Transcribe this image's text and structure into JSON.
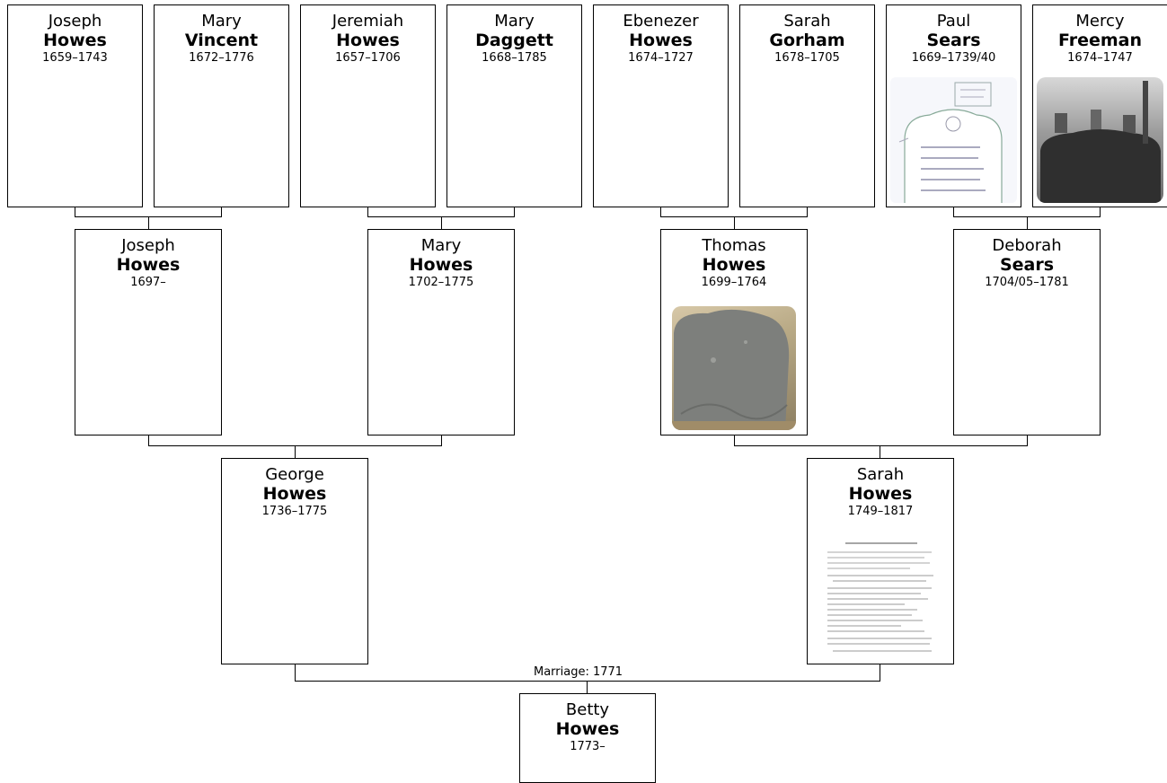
{
  "tree": {
    "people": {
      "g1": {
        "given": "Joseph",
        "surname": "Howes",
        "dates": "1659–1743"
      },
      "g2": {
        "given": "Mary",
        "surname": "Vincent",
        "dates": "1672–1776"
      },
      "g3": {
        "given": "Jeremiah",
        "surname": "Howes",
        "dates": "1657–1706"
      },
      "g4": {
        "given": "Mary",
        "surname": "Daggett",
        "dates": "1668–1785"
      },
      "g5": {
        "given": "Ebenezer",
        "surname": "Howes",
        "dates": "1674–1727"
      },
      "g6": {
        "given": "Sarah",
        "surname": "Gorham",
        "dates": "1678–1705"
      },
      "g7": {
        "given": "Paul",
        "surname": "Sears",
        "dates": "1669–1739/40"
      },
      "g8": {
        "given": "Mercy",
        "surname": "Freeman",
        "dates": "1674–1747"
      },
      "p1": {
        "given": "Joseph",
        "surname": "Howes",
        "dates": "1697–"
      },
      "p2": {
        "given": "Mary",
        "surname": "Howes",
        "dates": "1702–1775"
      },
      "p3": {
        "given": "Thomas",
        "surname": "Howes",
        "dates": "1699–1764"
      },
      "p4": {
        "given": "Deborah",
        "surname": "Sears",
        "dates": "1704/05–1781"
      },
      "f": {
        "given": "George",
        "surname": "Howes",
        "dates": "1736–1775"
      },
      "m": {
        "given": "Sarah",
        "surname": "Howes",
        "dates": "1749–1817"
      },
      "c": {
        "given": "Betty",
        "surname": "Howes",
        "dates": "1773–"
      }
    },
    "marriage_label": "Marriage: 1771",
    "photos": {
      "paul_sears": "gravestone-drawing",
      "mercy_freeman": "cemetery-photo",
      "thomas_howes": "gravestone-photo",
      "sarah_howes": "document-scan"
    }
  }
}
